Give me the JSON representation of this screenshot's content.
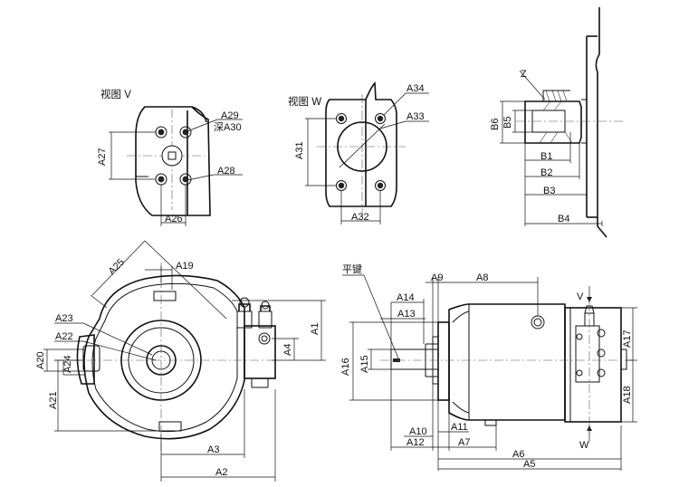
{
  "views": {
    "view_v": "视图 V",
    "view_w": "视图 W"
  },
  "callouts": {
    "flat_key": "平键",
    "z": "Z",
    "v": "V",
    "w": "W"
  },
  "dims": {
    "a1": "A1",
    "a2": "A2",
    "a3": "A3",
    "a4": "A4",
    "a5": "A5",
    "a6": "A6",
    "a7": "A7",
    "a8": "A8",
    "a9": "A9",
    "a10": "A10",
    "a11": "A11",
    "a12": "A12",
    "a13": "A13",
    "a14": "A14",
    "a15": "A15",
    "a16": "A16",
    "a17": "A17",
    "a18": "A18",
    "a19": "A19",
    "a20": "A20",
    "a21": "A21",
    "a22": "A22",
    "a23": "A23",
    "a24": "A24",
    "a25": "A25",
    "a26": "A26",
    "a27": "A27",
    "a28": "A28",
    "a29": "A29",
    "a30": "深A30",
    "a31": "A31",
    "a32": "A32",
    "a33": "A33",
    "a34": "A34",
    "b1": "B1",
    "b2": "B2",
    "b3": "B3",
    "b4": "B4",
    "b5": "B5",
    "b6": "B6"
  }
}
